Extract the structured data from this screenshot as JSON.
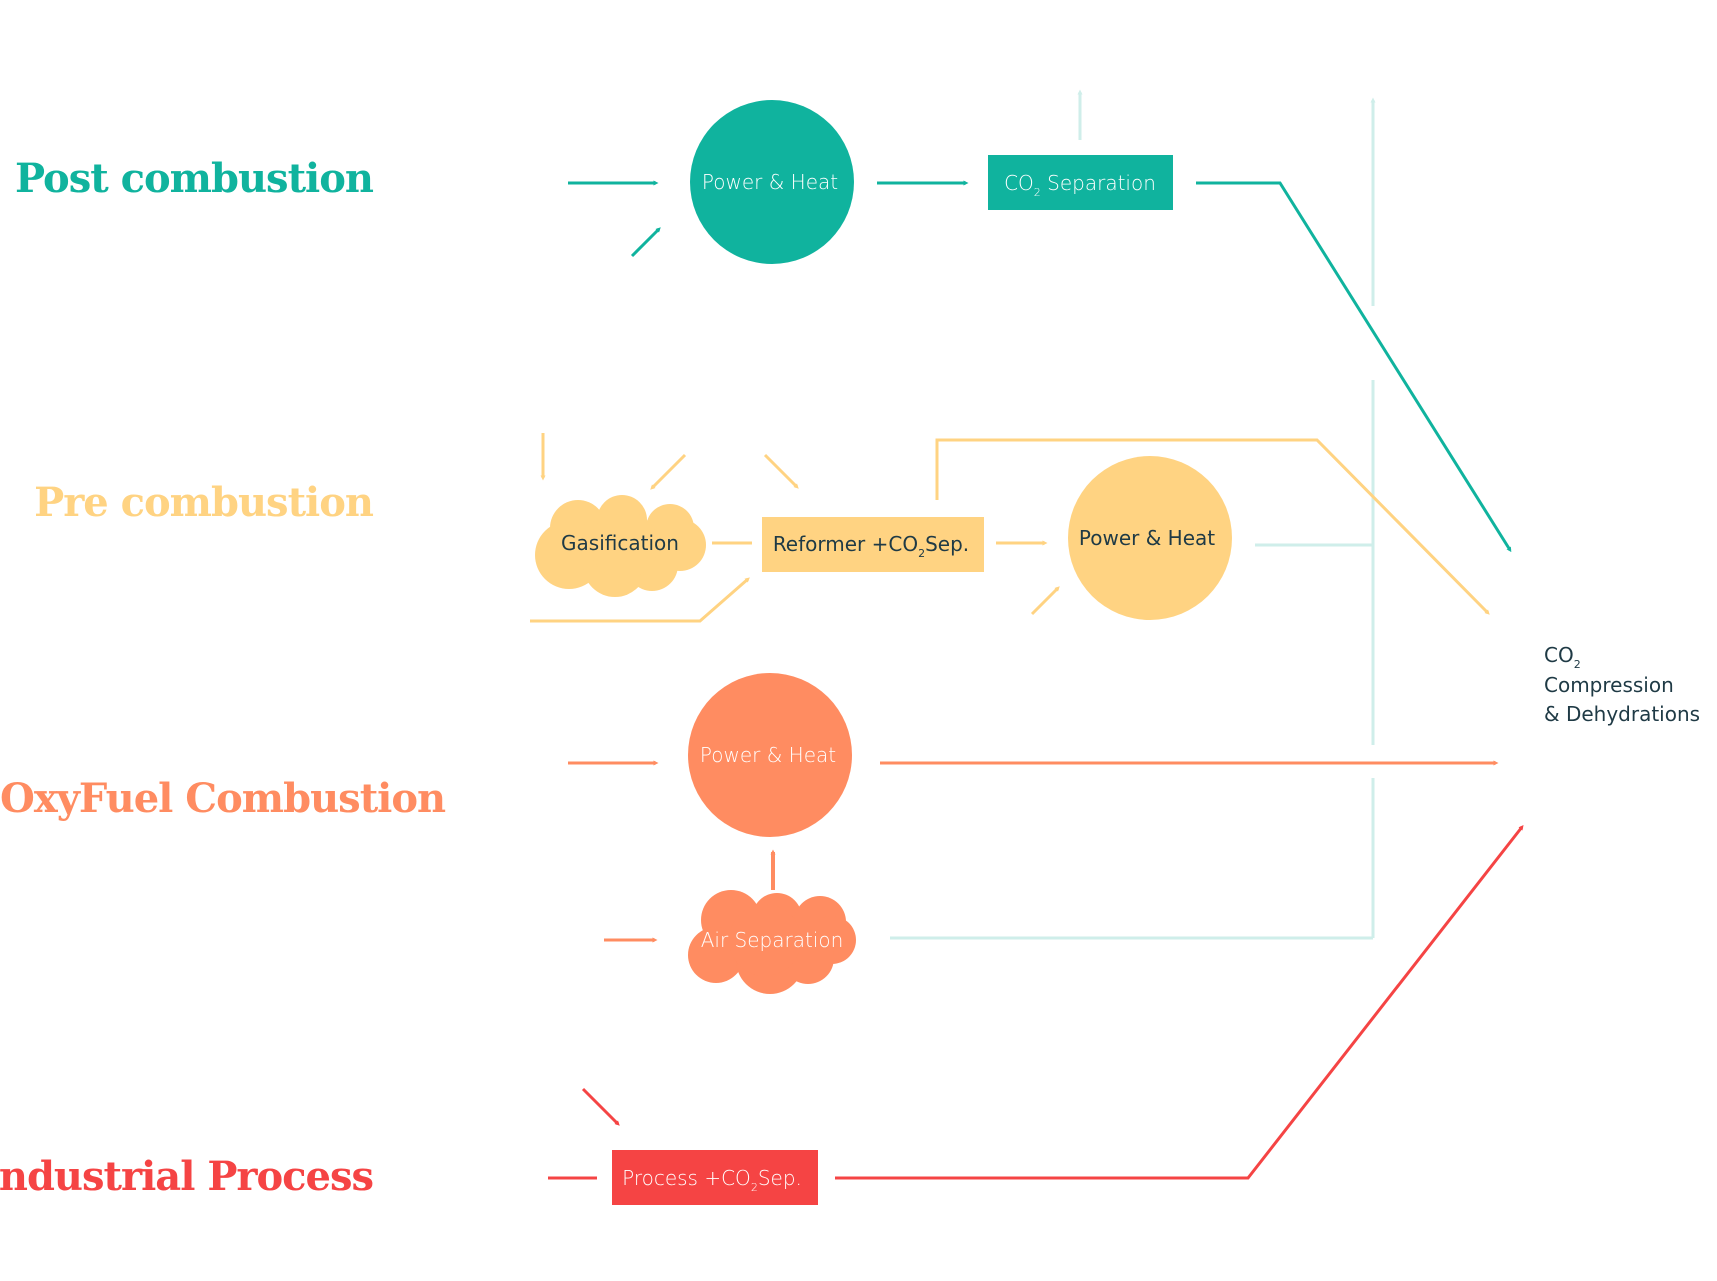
{
  "colors": {
    "post": "#10b39e",
    "pre": "#ffd382",
    "oxy": "#ff8c61",
    "industrial": "#f54444",
    "support": "#cfeeea",
    "dark_text": "#1f3a45",
    "white_text": "#ffffff"
  },
  "rows": {
    "post": {
      "title": "Post combustion",
      "power_heat": "Power & Heat",
      "co2_sep_prefix": "CO",
      "co2_sep_sub": "2",
      "co2_sep_suffix": " Separation"
    },
    "pre": {
      "title": "Pre combustion",
      "gasification": "Gasification",
      "reformer_prefix": "Reformer +CO",
      "reformer_sub": "2",
      "reformer_suffix": "Sep.",
      "power_heat": "Power & Heat"
    },
    "oxy": {
      "title": "OxyFuel Combustion",
      "power_heat": "Power & Heat",
      "air_separation": "Air Separation"
    },
    "industrial": {
      "title": "Industrial Process",
      "process_prefix": "Process +CO",
      "process_sub": "2",
      "process_suffix": "Sep."
    }
  },
  "destination": {
    "line1_prefix": "CO",
    "line1_sub": "2",
    "line2": "Compression",
    "line3": "& Dehydrations"
  }
}
